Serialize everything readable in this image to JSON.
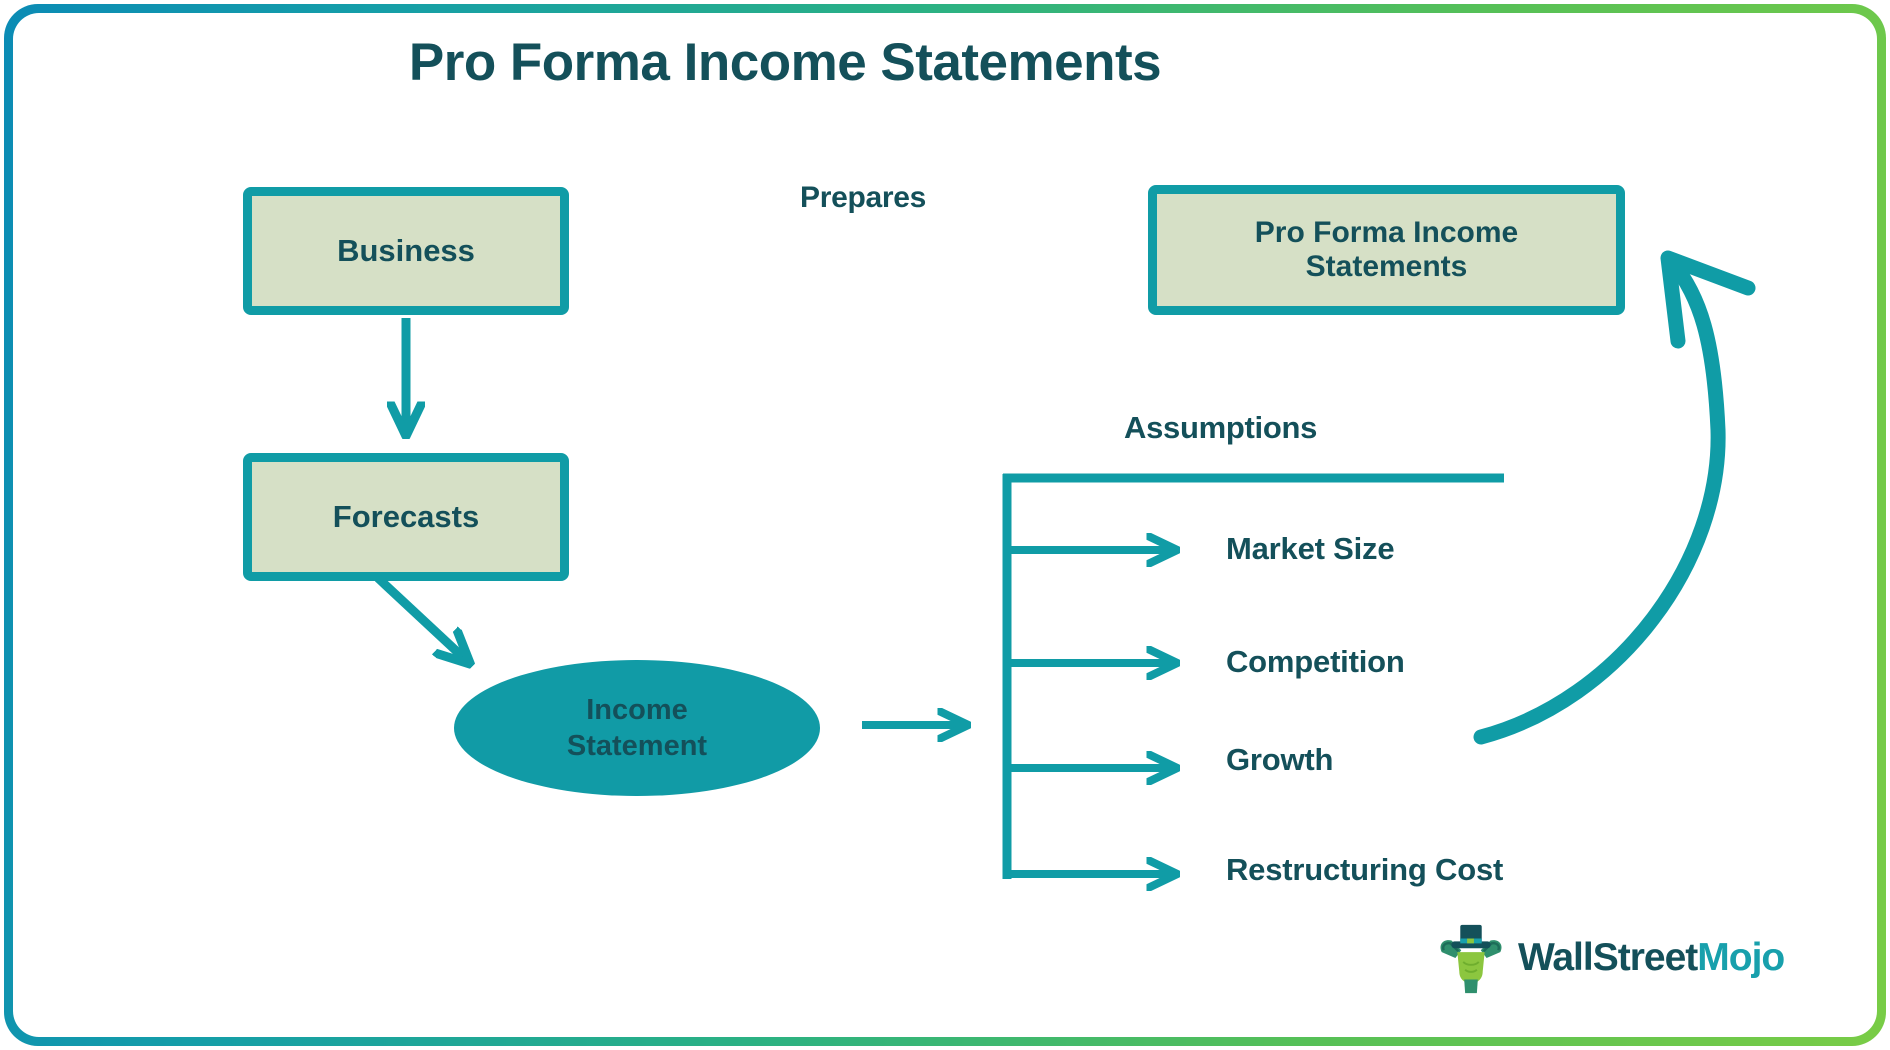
{
  "title": "Pro Forma Income Statements",
  "colors": {
    "teal": "#109ca6",
    "dark_teal": "#14505a",
    "box_fill": "#d6e0c6",
    "frame_gradient_start": "#0b8bb5",
    "frame_gradient_end": "#79cc46",
    "logo_accent": "#18a0ac"
  },
  "flow": {
    "business_box": "Business",
    "forecasts_box": "Forecasts",
    "income_statement_ellipse": "Income\nStatement",
    "income_statement_line1": "Income",
    "income_statement_line2": "Statement",
    "prepares_label": "Prepares",
    "pro_forma_box_line1": "Pro Forma Income",
    "pro_forma_box_line2": "Statements"
  },
  "assumptions": {
    "heading": "Assumptions",
    "items": [
      {
        "label": "Market Size"
      },
      {
        "label": "Competition"
      },
      {
        "label": "Growth"
      },
      {
        "label": "Restructuring Cost"
      }
    ]
  },
  "logo": {
    "text_primary": "WallStreet",
    "text_accent": "Mojo",
    "mark": "bull-with-tophat-icon"
  }
}
